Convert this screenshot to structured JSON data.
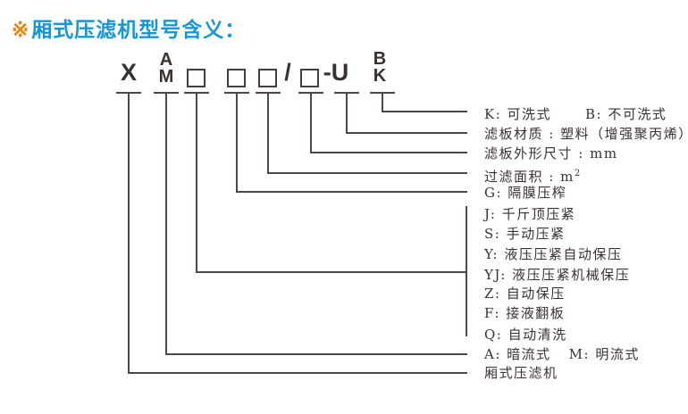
{
  "title": {
    "marker": "※",
    "text": "厢式压滤机型号含义："
  },
  "colors": {
    "title_blue": "#1496d7",
    "marker_orange": "#f0820a",
    "ink": "#3a312e",
    "line": "#4f4744"
  },
  "model_code": {
    "x": "X",
    "am_top": "A",
    "am_bottom": "M",
    "slash": "/",
    "dash_u": "-U",
    "bk_top": "B",
    "bk_bottom": "K",
    "placeholder_boxes": 4
  },
  "legend": {
    "rows": [
      {
        "id": "washable",
        "text": "K: 可洗式",
        "text2": "B: 不可洗式"
      },
      {
        "id": "plate-material",
        "text": "滤板材质 : 塑料（增强聚丙烯）"
      },
      {
        "id": "plate-size",
        "text": "滤板外形尺寸 : mm"
      },
      {
        "id": "filter-area",
        "text": "过滤面积 : m",
        "sup": "2"
      },
      {
        "id": "diaphragm",
        "text": "G: 隔膜压榨"
      },
      {
        "id": "jack",
        "text": "J: 千斤顶压紧"
      },
      {
        "id": "manual",
        "text": "S: 手动压紧"
      },
      {
        "id": "hydraulic-auto",
        "text": "Y: 液压压紧自动保压"
      },
      {
        "id": "hydraulic-mech",
        "text": "YJ: 液压压紧机械保压"
      },
      {
        "id": "auto-hold",
        "text": "Z: 自动保压"
      },
      {
        "id": "drip-tray",
        "text": "F: 接液翻板"
      },
      {
        "id": "auto-wash",
        "text": "Q: 自动清洗"
      },
      {
        "id": "flow-type",
        "text": "A: 暗流式",
        "text2": "M: 明流式"
      },
      {
        "id": "machine",
        "text": "厢式压滤机"
      }
    ]
  }
}
